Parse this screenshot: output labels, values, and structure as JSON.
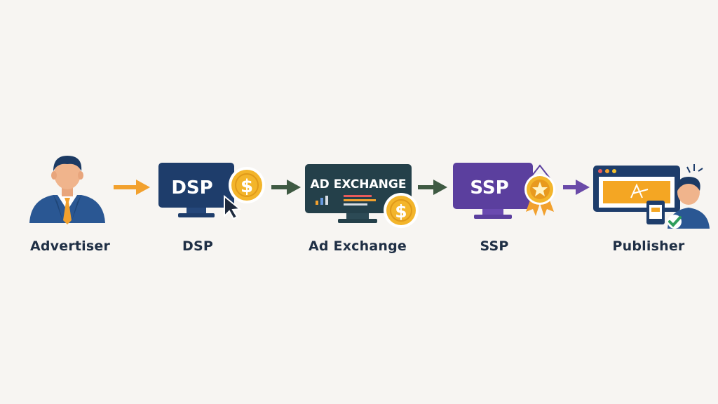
{
  "nodes": [
    {
      "id": "advertiser",
      "label": "Advertiser"
    },
    {
      "id": "dsp",
      "label": "DSP",
      "screen_text": "DSP"
    },
    {
      "id": "ad_exchange",
      "label": "Ad Exchange",
      "screen_text": "AD EXCHANGE"
    },
    {
      "id": "ssp",
      "label": "SSP",
      "screen_text": "SSP"
    },
    {
      "id": "publisher",
      "label": "Publisher"
    }
  ],
  "icons": {
    "advertiser": "businessman-icon",
    "dsp": "monitor-with-coin-and-cursor-icon",
    "ad_exchange": "monitor-with-coin-icon",
    "ssp": "monitor-with-award-badge-icon",
    "publisher": "browser-window-with-person-icon"
  },
  "arrows": [
    {
      "from": "advertiser",
      "to": "dsp",
      "color": "#f2a12e"
    },
    {
      "from": "dsp",
      "to": "ad_exchange",
      "color": "#3f5a43"
    },
    {
      "from": "ad_exchange",
      "to": "ssp",
      "color": "#3f5a43"
    },
    {
      "from": "ssp",
      "to": "publisher",
      "color": "#6a4aa8"
    }
  ],
  "colors": {
    "background": "#f7f5f2",
    "navy": "#1e3d6b",
    "coin": "#f3b52b",
    "exchange_screen": "#24404a",
    "ssp_screen": "#5b3f9e",
    "publisher_accent": "#f4a623",
    "label_text": "#1f2f45"
  }
}
